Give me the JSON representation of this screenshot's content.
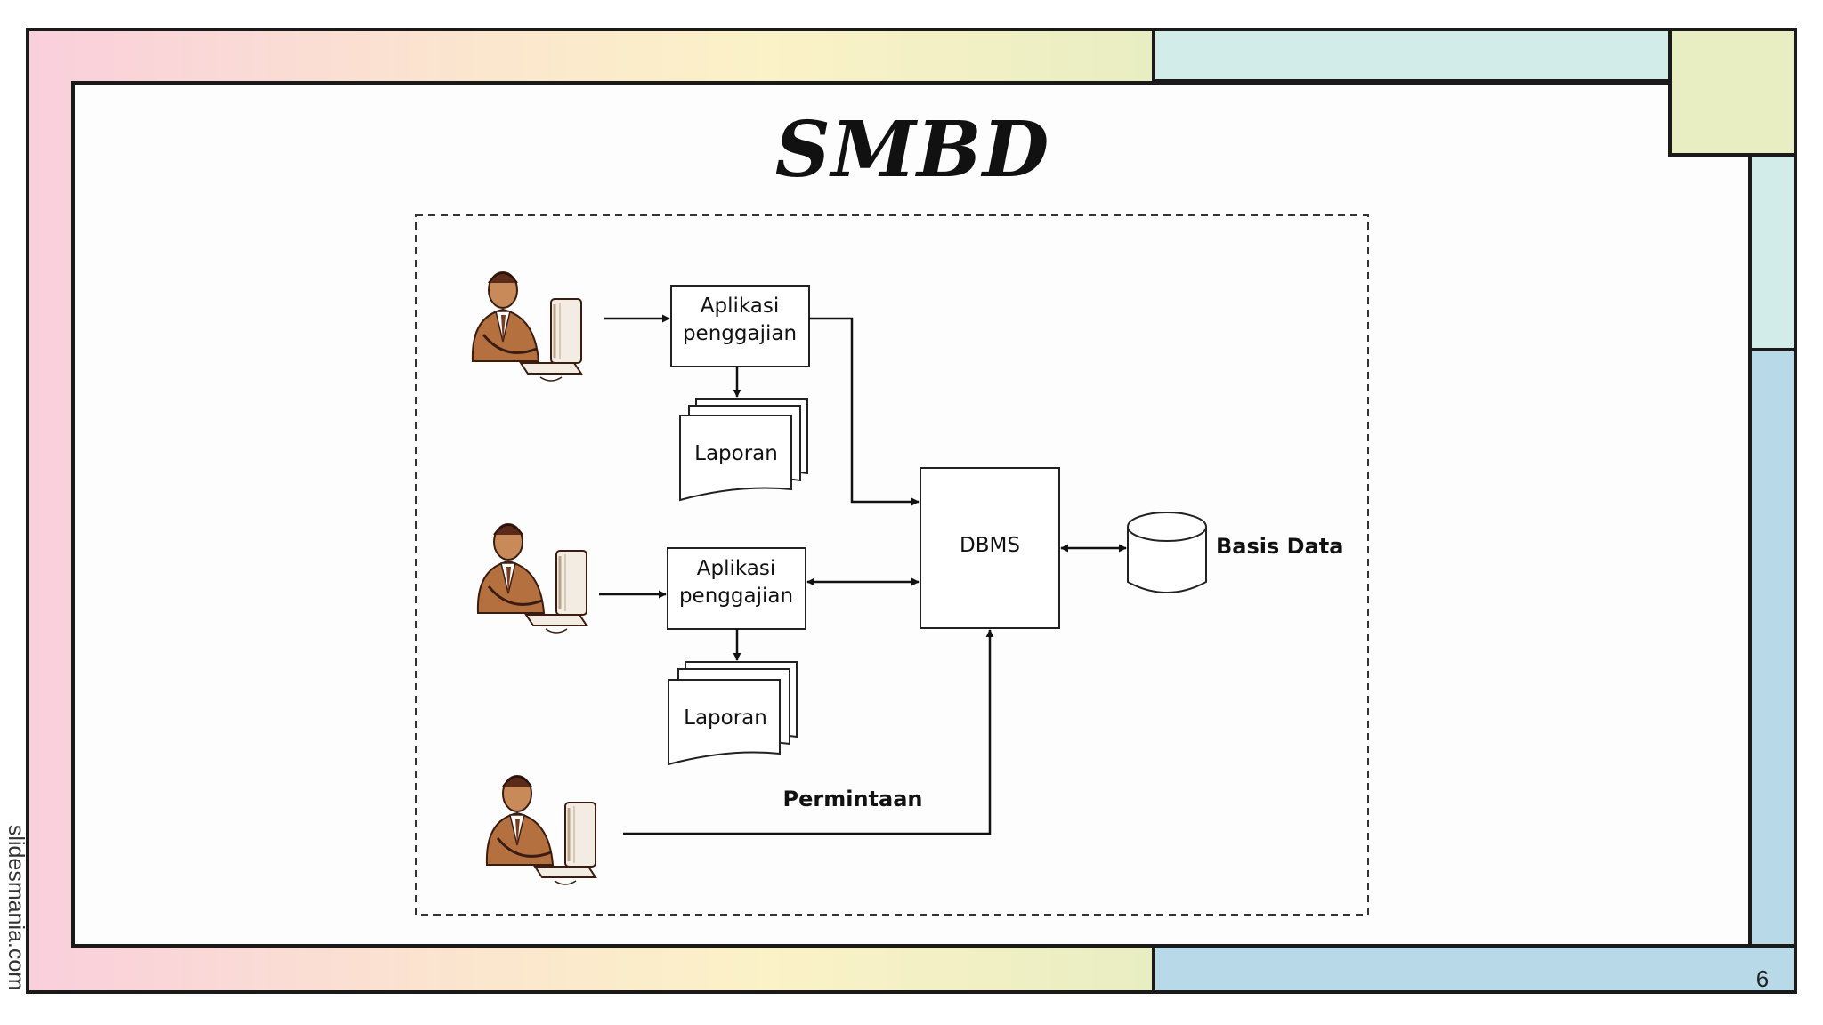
{
  "slide": {
    "title": "SMBD",
    "page_number": "6",
    "watermark": "slidesmania.com"
  },
  "diagram": {
    "app1": {
      "line1": "Aplikasi",
      "line2": "penggajian"
    },
    "report1": "Laporan",
    "app2": {
      "line1": "Aplikasi",
      "line2": "penggajian"
    },
    "report2": "Laporan",
    "dbms": "DBMS",
    "database": "Basis Data",
    "request": "Permintaan"
  },
  "colors": {
    "frame_pink": "#f9cfdc",
    "frame_yellow": "#fbf2c7",
    "frame_lime": "#e9eec2",
    "frame_teal": "#d2ecea",
    "frame_blue": "#b8d9e8",
    "outline": "#1a1a1a"
  },
  "icons": [
    "user-at-computer-icon",
    "user-at-computer-icon",
    "user-at-computer-icon",
    "database-cylinder-icon"
  ]
}
